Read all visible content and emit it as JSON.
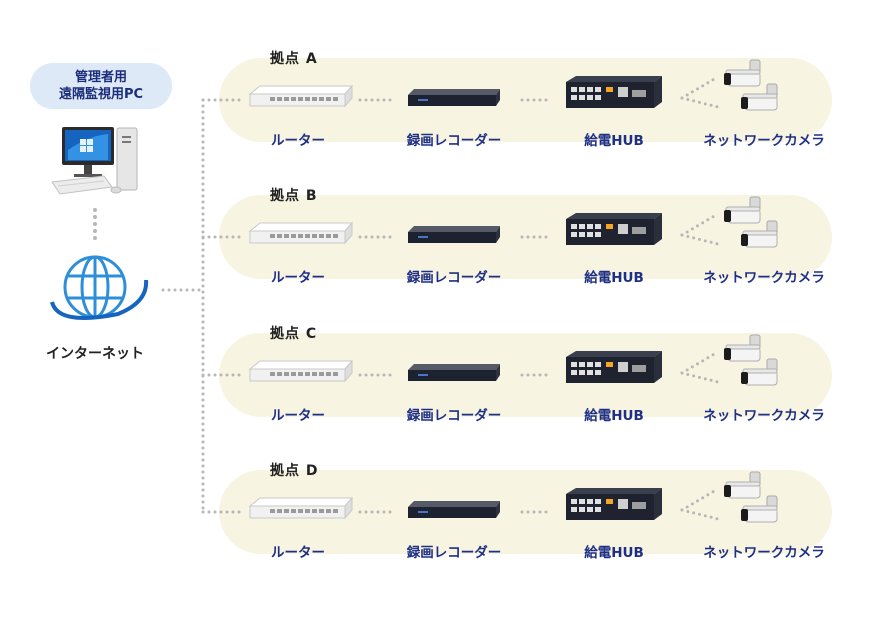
{
  "pc": {
    "label_line1": "管理者用",
    "label_line2": "遠隔監視用PC"
  },
  "internet": {
    "label": "インターネット"
  },
  "sites": [
    {
      "title": "拠点 A"
    },
    {
      "title": "拠点 B"
    },
    {
      "title": "拠点 C"
    },
    {
      "title": "拠点 D"
    }
  ],
  "devices": {
    "router": "ルーター",
    "recorder": "録画レコーダー",
    "hub": "給電HUB",
    "camera": "ネットワークカメラ"
  },
  "colors": {
    "label_blue": "#1e2f85",
    "site_bg": "#f7f4e1",
    "pc_bubble": "#dde9f6",
    "dots": "#b7b7b7"
  }
}
